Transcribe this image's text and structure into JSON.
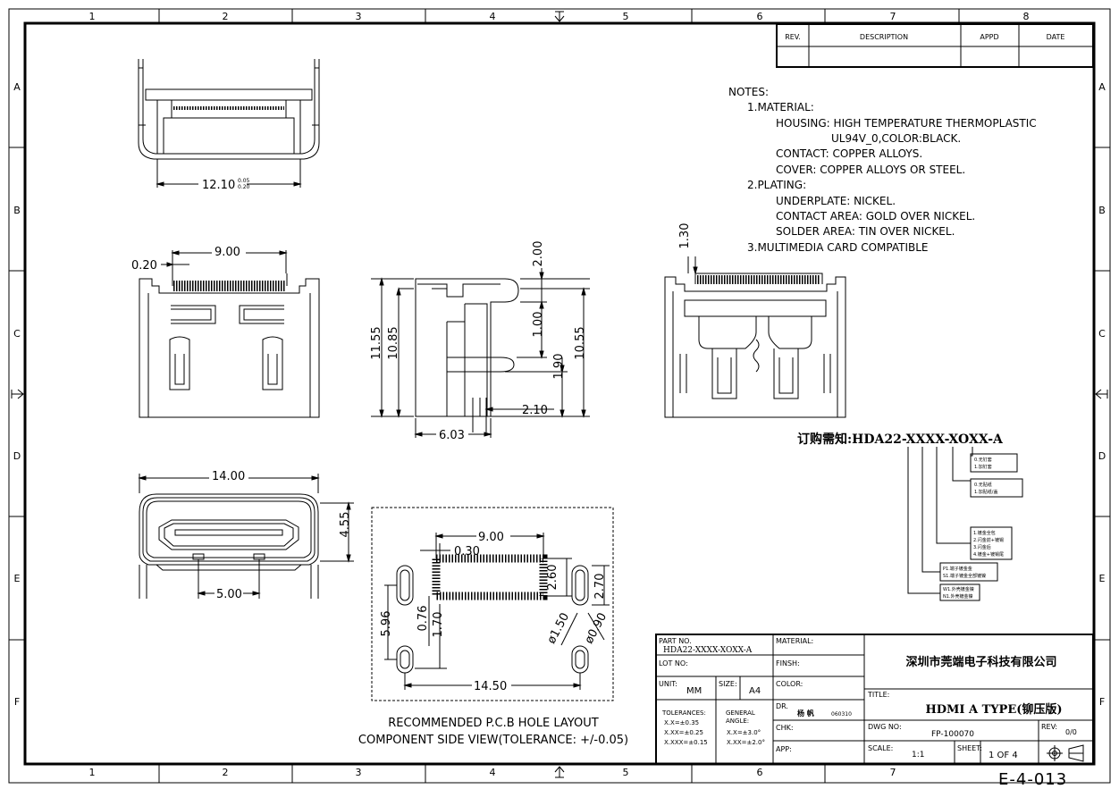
{
  "zones": {
    "top": [
      "1",
      "2",
      "3",
      "4",
      "5",
      "6",
      "7",
      "8"
    ],
    "bottom": [
      "1",
      "2",
      "3",
      "4",
      "5",
      "6",
      "7"
    ],
    "left": [
      "A",
      "B",
      "C",
      "D",
      "E",
      "F"
    ],
    "right": [
      "A",
      "B",
      "C",
      "D",
      "E",
      "F"
    ]
  },
  "revision_table": {
    "rev": "REV.",
    "description": "DESCRIPTION",
    "appd": "APPD",
    "date": "DATE"
  },
  "notes": {
    "heading": "NOTES:",
    "lines": [
      "1.MATERIAL:",
      "HOUSING: HIGH TEMPERATURE THERMOPLASTIC",
      "UL94V_0,COLOR:BLACK.",
      "CONTACT: COPPER ALLOYS.",
      "COVER: COPPER ALLOYS OR STEEL.",
      "2.PLATING:",
      "UNDERPLATE: NICKEL.",
      "CONTACT AREA: GOLD OVER NICKEL.",
      "SOLDER AREA: TIN OVER NICKEL.",
      "3.MULTIMEDIA CARD COMPATIBLE"
    ]
  },
  "dimensions": {
    "top_width": "12.10",
    "top_tol_plus": "0.05",
    "top_tol_minus": "0.20",
    "front_span": "9.00",
    "front_pitch": "0.20",
    "side_h1": "11.55",
    "side_h2": "10.85",
    "side_h3": "10.55",
    "side_d1": "2.00",
    "side_d2": "1.00",
    "side_d3": "1.90",
    "side_d4": "2.10",
    "side_w": "6.03",
    "right_d": "1.30",
    "bottom_w": "14.00",
    "bottom_h": "4.55",
    "bottom_pad": "5.00",
    "pcb_span": "9.00",
    "pcb_pitch": "0.30",
    "pcb_h1": "2.60",
    "pcb_h2": "2.70",
    "pcb_v1": "5.96",
    "pcb_v2": "0.76",
    "pcb_v3": "1.70",
    "pcb_dia1": "ø1.50",
    "pcb_dia2": "ø0.90",
    "pcb_total": "14.50"
  },
  "pcb_caption": {
    "line1": "RECOMMENDED P.C.B HOLE LAYOUT",
    "line2": "COMPONENT SIDE VIEW(TOLERANCE: +/-0.05)"
  },
  "order_info": {
    "title": "订购需知:HDA22-XXXX-XOXX-A",
    "boxes": [
      [
        "0.无钉套",
        "1.加钉套"
      ],
      [
        "0.无贴纸",
        "1.加贴纸/盖"
      ],
      [
        "1.镀金全包",
        "2.闪金前+镀锡",
        "3.闪金后",
        "4.镀金+镀锡尾"
      ],
      [
        "P1.端子镀金金",
        "S1.端子镀金全部镀镍"
      ],
      [
        "W1.外壳镀金镍",
        "N1.外壳镀金镍"
      ]
    ]
  },
  "title_block": {
    "part_no_label": "PART NO.",
    "part_no": "HDA22-XXXX-XOXX-A",
    "material_label": "MATERIAL:",
    "lot_no_label": "LOT NO:",
    "finish_label": "FINSH:",
    "unit_label": "UNIT:",
    "unit": "MM",
    "size_label": "SIZE:",
    "size": "A4",
    "color_label": "COLOR:",
    "tolerances_label": "TOLERANCES:",
    "tol1": "X.X=±0.35",
    "tol2": "X.XX=±0.25",
    "tol3": "X.XXX=±0.15",
    "general_label": "GENERAL",
    "angle_label": "ANGLE:",
    "ang1": "X.X=±3.0°",
    "ang2": "X.XX=±2.0°",
    "dr_label": "DR.",
    "dr_name": "杨 帆",
    "dr_date": "060310",
    "chk_label": "CHK:",
    "app_label": "APP:",
    "company": "深圳市莞端电子科技有限公司",
    "title_label": "TITLE:",
    "title": "HDMI A TYPE(铆压版)",
    "dwg_label": "DWG NO:",
    "dwg": "FP-100070",
    "rev_label": "REV:",
    "rev": "0/0",
    "scale_label": "SCALE:",
    "scale": "1:1",
    "sheet_label": "SHEET:",
    "sheet": "1 OF 4",
    "ref": "E-4-013"
  }
}
